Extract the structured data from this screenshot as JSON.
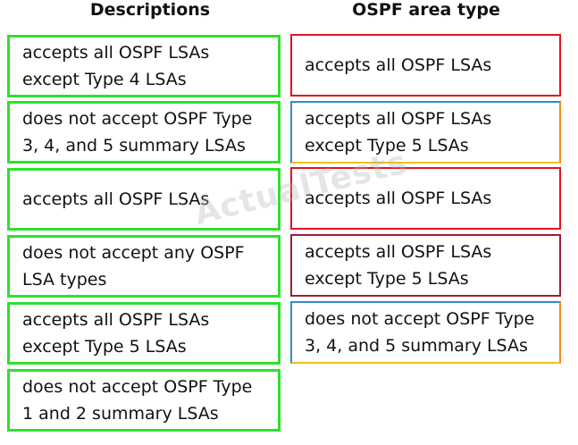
{
  "headers": {
    "descriptions": "Descriptions",
    "area_type": "OSPF area type"
  },
  "descriptions": [
    "accepts all OSPF LSAs except Type 4 LSAs",
    "does not accept OSPF Type 3, 4, and 5 summary LSAs",
    "accepts all OSPF LSAs",
    "does not accept any OSPF LSA types",
    "accepts all OSPF LSAs except Type 5 LSAs",
    "does not accept OSPF Type 1 and 2 summary LSAs"
  ],
  "area_types": [
    "accepts all OSPF LSAs",
    "accepts all OSPF LSAs except Type 5 LSAs",
    "accepts all OSPF LSAs",
    "accepts all OSPF LSAs except Type 5 LSAs",
    "does not accept OSPF Type 3, 4, and 5 summary LSAs"
  ],
  "watermark": "ActualTests",
  "colors": {
    "left_border": "#2ee02e",
    "right_red": "#e0141e",
    "right_blue": "#2f8ec8",
    "right_orange": "#f28a1e",
    "right_maroon": "#9c1e3a"
  }
}
